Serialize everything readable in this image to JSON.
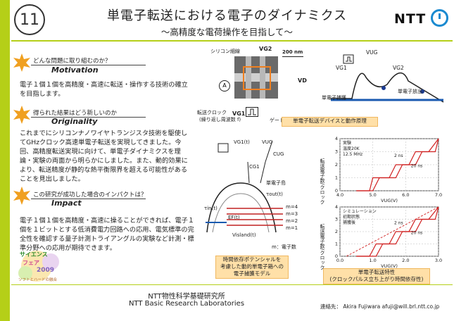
{
  "header": {
    "number": "11",
    "title": "単電子転送における電子のダイナミクス",
    "subtitle": "～高精度な電荷操作を目指して～",
    "logo": "NTT",
    "colors": {
      "accent_bar": "#b5cf18",
      "burst_orange": "#f0a020",
      "caption_fill": "#ffe0a8"
    }
  },
  "sections": [
    {
      "question": "どんな問題に取り組むのか？",
      "heading": "Motivation",
      "body": "電子１個１個を高精度・高速に転送・操作する技術の確立を目指します。"
    },
    {
      "question": "得られた結果はどう新しいのか",
      "heading": "Originality",
      "body": "これまでにシリコンナノワイヤトランジスタ技術を駆使してGHzクロック高速単電子転送を実現してきました。今回、高精度転送実現に向けて、単電子ダイナミクスを理論・実験の両面から明らかにしました。また、動的効果により、転送精度が静的な熱平衡限界を超える可能性があることを見出しました。"
    },
    {
      "question": "この研究が成功した場合のインパクトは？",
      "heading": "Impact",
      "body": "電子１個１個を高精度・高速に操ることができれば、電子１個を１ビットとする低消費電力回路への応用、電気標準の完全性を確認する量子計測トライアングルの実験など計測・標準分野への応用が期待できます。"
    }
  ],
  "device_figure": {
    "silicon_wire": "シリコン細線",
    "vg2": "VG2",
    "scale": "200 nm",
    "vd": "VD",
    "vg1": "VG1",
    "ammeter": "A",
    "gate": "ゲート",
    "clock": "転送クロック",
    "clock_sub": "(繰り返し周波数 f)",
    "vg1_right": "VG1",
    "vug": "VUG",
    "vg2_right": "VG2",
    "capture": "単電子捕獲",
    "emit": "単電子放出",
    "caption": "単電子転送デバイスと動作原理"
  },
  "model_figure": {
    "vg1t": "VG1(t)",
    "vug": "VUG",
    "cug": "CUG",
    "cg1": "CG1",
    "island": "単電子島",
    "tau_out": "τout(t)",
    "tau_in": "τin(t)",
    "ef": "EF(t)",
    "levels": [
      "m=4",
      "m=3",
      "m=2",
      "m=1"
    ],
    "v_island": "Visland(t)",
    "m_note": "m：電子数",
    "caption_lines": [
      "時間依存ポテンシャルを",
      "考慮した動的単電子箱への",
      "電子捕獲モデル"
    ]
  },
  "plots": {
    "ylabel": "転送電子数/クロック",
    "caption_lines": [
      "単電子転送特性",
      "(クロックパルス立ち上がり時間依存性)"
    ]
  },
  "chart_data": [
    {
      "type": "line",
      "legend": [
        "実験",
        "温度20K",
        "12.5 MHz"
      ],
      "annotations": [
        "2 ns",
        "20 ns"
      ],
      "xlabel": "VUG(V)",
      "ylabel": "転送電子数/クロック",
      "xlim": [
        4.0,
        7.0
      ],
      "ylim": [
        0,
        4
      ],
      "xticks": [
        "4.0",
        "5.0",
        "6.0",
        "7.0"
      ],
      "yticks": [
        "0",
        "1",
        "2",
        "3",
        "4"
      ],
      "series": [
        {
          "x": [
            4.5,
            4.9,
            5.0,
            5.5,
            5.7,
            6.1,
            6.3,
            6.7,
            7.0
          ],
          "y": [
            0,
            0,
            1,
            1,
            2,
            2,
            3,
            3,
            4
          ]
        },
        {
          "x": [
            4.5,
            5.0,
            5.2,
            5.7,
            5.9,
            6.3,
            6.5,
            6.9,
            7.0
          ],
          "y": [
            0,
            0,
            1,
            1,
            2,
            2,
            3,
            3,
            4
          ]
        }
      ]
    },
    {
      "type": "line",
      "legend": [
        "シミュレーション",
        "初期状態",
        "捕獲後"
      ],
      "annotations": [
        "2 ns",
        "20 ns"
      ],
      "xlabel": "VUG(V)",
      "ylabel": "転送電子数/クロック",
      "xlim": [
        0,
        3.0
      ],
      "ylim": [
        0,
        4
      ],
      "xticks": [
        "0.0",
        "1.0",
        "2.0",
        "3.0"
      ],
      "yticks": [
        "0",
        "1",
        "2",
        "3",
        "4"
      ],
      "series": [
        {
          "x": [
            0.5,
            0.9,
            1.1,
            1.5,
            1.7,
            2.1,
            2.3,
            2.7,
            3.0
          ],
          "y": [
            0,
            0,
            1,
            1,
            2,
            2,
            3,
            3,
            4
          ]
        },
        {
          "x": [
            0.5,
            1.1,
            1.3,
            1.7,
            1.9,
            2.3,
            2.5,
            2.9,
            3.0
          ],
          "y": [
            0,
            0,
            1,
            1,
            2,
            2,
            3,
            3,
            4
          ]
        },
        {
          "x": [
            0.2,
            3.0
          ],
          "y": [
            0,
            4
          ]
        }
      ]
    }
  ],
  "badge": {
    "lines": [
      "サイエンス",
      "フェア",
      "2009"
    ],
    "sub": "ソフトとハードの融合"
  },
  "footer": {
    "org_jp": "NTT物性科学基礎研究所",
    "org_en": "NTT Basic Research Laboratories",
    "contact_label": "連絡先：",
    "contact_name": "Akira Fujiwara",
    "contact_email": "afuji@will.brl.ntt.co.jp"
  }
}
